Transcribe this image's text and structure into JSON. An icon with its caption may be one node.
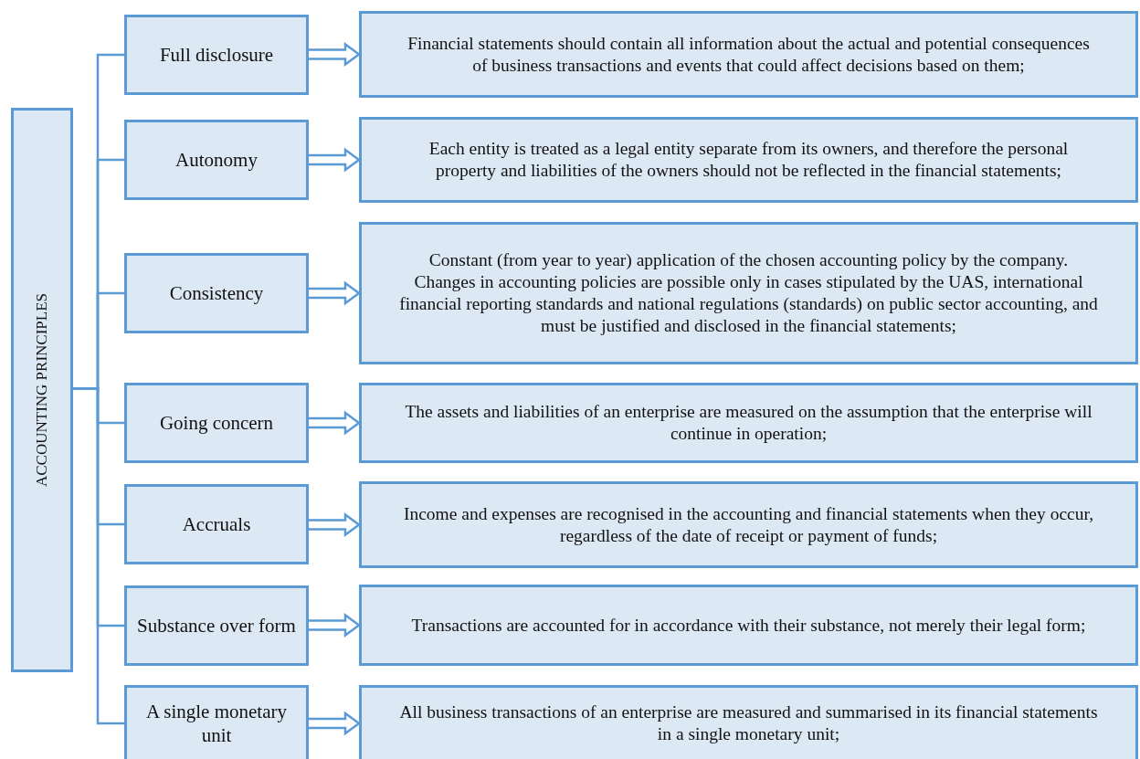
{
  "diagram": {
    "nodes": [
      {
        "text": [
          "ACCOUNTING PRINCIPLES"
        ]
      },
      {
        "text": [
          "Full disclosure"
        ]
      },
      {
        "text": [
          "Financial statements should contain all information about the actual and potential consequences of business transactions and events that could affect decisions based on them;"
        ]
      },
      {
        "text": [
          "Autonomy"
        ]
      },
      {
        "text": [
          "Each entity is treated as a legal entity separate from its owners, and therefore the personal property and liabilities of the owners should not be reflected in the financial statements;"
        ]
      },
      {
        "text": [
          "Consistency"
        ]
      },
      {
        "text": [
          "Constant (from year to year) application of the chosen accounting policy by the company. Changes in accounting policies are possible only in cases stipulated by the UAS, international financial reporting standards and national regulations (standards) on public sector accounting, and must be justified and disclosed in the financial statements;"
        ]
      },
      {
        "text": [
          "Going concern"
        ]
      },
      {
        "text": [
          "The assets and liabilities of an enterprise are measured on the assumption that the enterprise will continue in operation;"
        ]
      },
      {
        "text": [
          "Accruals"
        ]
      },
      {
        "text": [
          "Income and expenses are recognised in the accounting and financial statements when they occur, regardless of the date of receipt or payment of funds;"
        ]
      },
      {
        "text": [
          "Substance over form"
        ]
      },
      {
        "text": [
          "Transactions are accounted for in accordance with their substance, not merely their legal form;"
        ]
      },
      {
        "text": [
          "A single monetary unit"
        ]
      },
      {
        "text": [
          "All business transactions of an enterprise are measured and summarised in its financial statements in a single monetary unit;"
        ]
      }
    ],
    "edges": [
      {
        "from": 0,
        "to": 1,
        "arrow": "none"
      },
      {
        "from": 0,
        "to": 3,
        "arrow": "none"
      },
      {
        "from": 0,
        "to": 5,
        "arrow": "none"
      },
      {
        "from": 0,
        "to": 7,
        "arrow": "none"
      },
      {
        "from": 0,
        "to": 9,
        "arrow": "none"
      },
      {
        "from": 0,
        "to": 11,
        "arrow": "none"
      },
      {
        "from": 0,
        "to": 13,
        "arrow": "none"
      },
      {
        "from": 1,
        "to": 2,
        "arrow": "to"
      },
      {
        "from": 3,
        "to": 4,
        "arrow": "to"
      },
      {
        "from": 5,
        "to": 6,
        "arrow": "to"
      },
      {
        "from": 7,
        "to": 8,
        "arrow": "to"
      },
      {
        "from": 9,
        "to": 10,
        "arrow": "to"
      },
      {
        "from": 11,
        "to": 12,
        "arrow": "to"
      },
      {
        "from": 13,
        "to": 14,
        "arrow": "to"
      }
    ]
  }
}
